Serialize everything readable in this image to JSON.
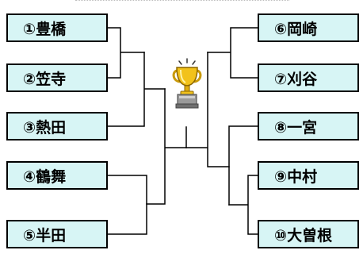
{
  "teams": {
    "t1": "①豊橋",
    "t2": "②笠寺",
    "t3": "③熱田",
    "t4": "④鶴舞",
    "t5": "⑤半田",
    "t6": "⑥岡崎",
    "t7": "⑦刈谷",
    "t8": "⑧一宮",
    "t9": "⑨中村",
    "t10": "⑩大曽根"
  },
  "colors": {
    "box_fill": "#d7f5f5",
    "box_border": "#000000",
    "bracket_line": "#000000",
    "trophy_gold": "#f2c21b",
    "trophy_base": "#8a8a8a"
  },
  "icons": {
    "trophy": "trophy-icon"
  }
}
